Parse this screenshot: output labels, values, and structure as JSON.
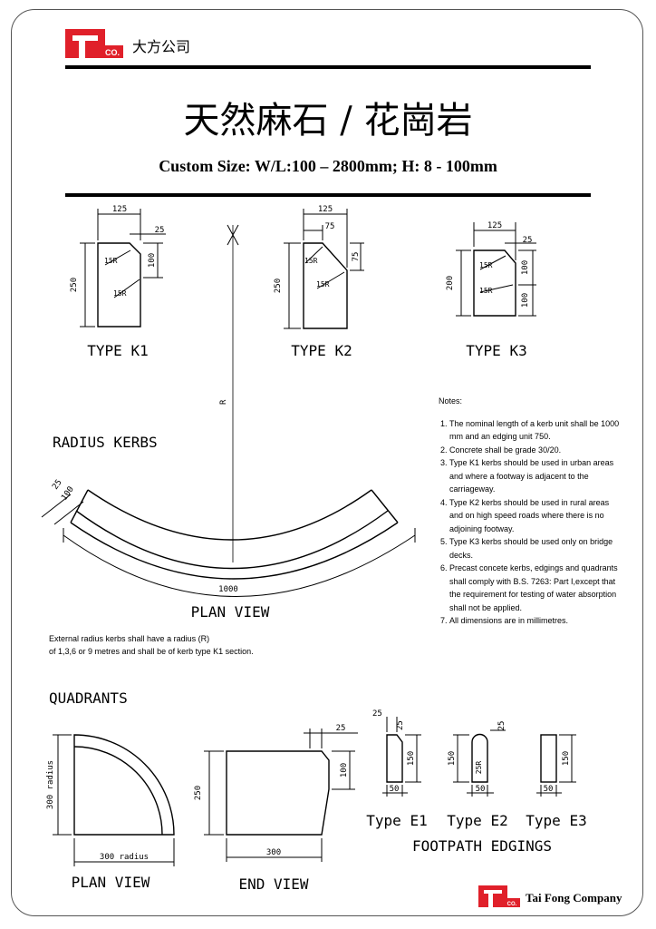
{
  "header": {
    "company_cn": "大方公司",
    "logo_co": "CO.",
    "title_cn": "天然麻石 / 花崗岩",
    "subtitle": "Custom Size: W/L:100 – 2800mm; H: 8 - 100mm"
  },
  "types": {
    "k1": {
      "label": "TYPE K1",
      "width": "125",
      "top_chamfer": "25",
      "height": "250",
      "r_upper": "15R",
      "r_lower": "15R",
      "chamfer_h": "100"
    },
    "k2": {
      "label": "TYPE K2",
      "width": "125",
      "top_flat": "75",
      "height": "250",
      "r_upper": "15R",
      "r_lower": "15R",
      "chamfer_h": "75"
    },
    "k3": {
      "label": "TYPE K3",
      "width": "125",
      "top_chamfer": "25",
      "height": "200",
      "r_upper": "15R",
      "r_lower": "15R",
      "chamfer_h": "100",
      "lower_h": "100"
    }
  },
  "radius_kerbs": {
    "heading": "RADIUS KERBS",
    "radius_label": "R",
    "dim_25": "25",
    "dim_100": "100",
    "length": "1000",
    "view_label": "PLAN VIEW",
    "note_line1": "External radius kerbs shall have a radius (R)",
    "note_line2": "of 1,3,6 or 9 metres and shall be of kerb type K1 section."
  },
  "notes": {
    "heading": "Notes:",
    "items": [
      "The nominal length of a kerb unit shall be 1000 mm and an edging unit 750.",
      "Concrete shall be grade 30/20.",
      "Type K1 kerbs should be used in urban areas and where a footway is adjacent to the carriageway.",
      "Type K2 kerbs should be used in rural areas and on high speed roads where there is no adjoining footway.",
      "Type K3 kerbs should be used only on bridge decks.",
      "Precast concete kerbs, edgings and quadrants shall comply with B.S. 7263: Part I,except that the requirement for testing of water absorption shall not be applied.",
      "All dimensions are in millimetres."
    ]
  },
  "quadrants": {
    "heading": "QUADRANTS",
    "plan_radius_v": "300 radius",
    "plan_radius_h": "300 radius",
    "plan_label": "PLAN VIEW",
    "end_top": "25",
    "end_side": "100",
    "end_height": "250",
    "end_width": "300",
    "end_label": "END VIEW"
  },
  "edgings": {
    "e1": {
      "label": "Type E1",
      "top": "25",
      "chamfer": "25",
      "height": "150",
      "width": "50"
    },
    "e2": {
      "label": "Type E2",
      "top": "25",
      "radius": "25R",
      "height": "150",
      "width": "50"
    },
    "e3": {
      "label": "Type E3",
      "height": "150",
      "width": "50"
    },
    "heading": "FOOTPATH EDGINGS"
  },
  "footer": {
    "company_en": "Tai Fong Company",
    "logo_co": "CO."
  },
  "colors": {
    "logo_red": "#e0202a",
    "line": "#000000"
  }
}
